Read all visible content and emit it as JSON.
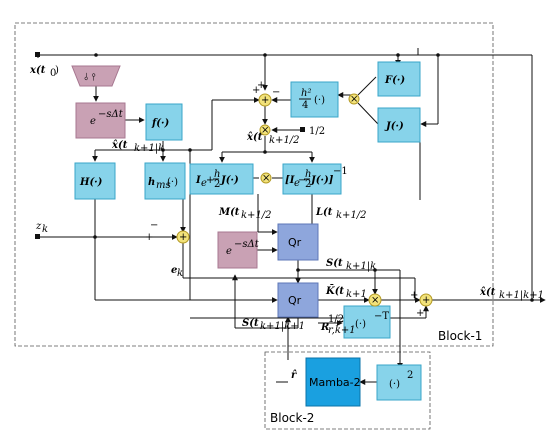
{
  "inputs": {
    "x0": "x(t",
    "x0_sub": "0",
    "x0_close": ")",
    "z": "z",
    "z_sub": "k"
  },
  "blocks": {
    "exp_top": "e",
    "exp_top_sup": "−sΔt",
    "exp_mid": "e",
    "exp_mid_sup": "−sΔt",
    "f": "f(·)",
    "H": "H(·)",
    "hms": "h",
    "hms_sub": "ms",
    "hms_tail": "(·)",
    "F": "F(·)",
    "J": "J(·)",
    "h2": "h²",
    "h2_den": "4",
    "h2_tail": "(·)",
    "Ie_plus": "I",
    "Ie_plus_sub": "e",
    "Ie_plus_tail": "+",
    "Ie_plus_frac_num": "h",
    "Ie_plus_frac_den": "2",
    "Ie_plus_J": "J(·)",
    "Ie_minus": "[I",
    "Ie_minus_sub": "e",
    "Ie_minus_tail": "−",
    "Ie_minus_frac_num": "h",
    "Ie_minus_frac_den": "2",
    "Ie_minus_J": "J(·)]",
    "Ie_minus_sup": "−1",
    "qr1": "Qr",
    "qr2": "Qr",
    "inv_T": "(·)",
    "inv_T_sup": "−T",
    "square": "(·)",
    "square_sup": "2",
    "mamba": "Mamba-2"
  },
  "labels": {
    "xhat_pred": "x̂(t",
    "xhat_pred_sub": "k+1|k",
    "xhat_half": "x̂(t",
    "xhat_half_sub": "k+1/2",
    "half": "1/2",
    "M": "M(t",
    "M_sub": "k+1/2",
    "L": "L(t",
    "L_sub": "k+1/2",
    "e": "e",
    "e_sub": "k",
    "S_top": "S(t",
    "S_top_sub": "k+1|k",
    "K": "K̄(t",
    "K_sub": "k+1",
    "S_bot": "S(t",
    "S_bot_sub": "k+1|k+1",
    "R": "R",
    "R_sub": "r,k+1",
    "R_sup": "1/2",
    "r_hat": "r̂",
    "xhat_out": "x̂(t",
    "xhat_out_sub": "k+1|k+1",
    "block1": "Block-1",
    "block2": "Block-2",
    "plus1": "+",
    "plus2": "+",
    "minus1": "−",
    "minus2": "−",
    "plus3": "+",
    "plus4": "+",
    "plus5": "+"
  },
  "colors": {
    "box_fill": "#87d3ea",
    "box_stroke": "#3aa6c8",
    "exp_fill": "#c9a1b4",
    "exp_stroke": "#a77790",
    "qr_fill": "#8ea6dc",
    "qr_stroke": "#5d77b7",
    "mamba_fill": "#1aa0e0",
    "mamba_stroke": "#0b73a8",
    "sum_fill": "#f2e27a",
    "sum_stroke": "#b49a24"
  }
}
